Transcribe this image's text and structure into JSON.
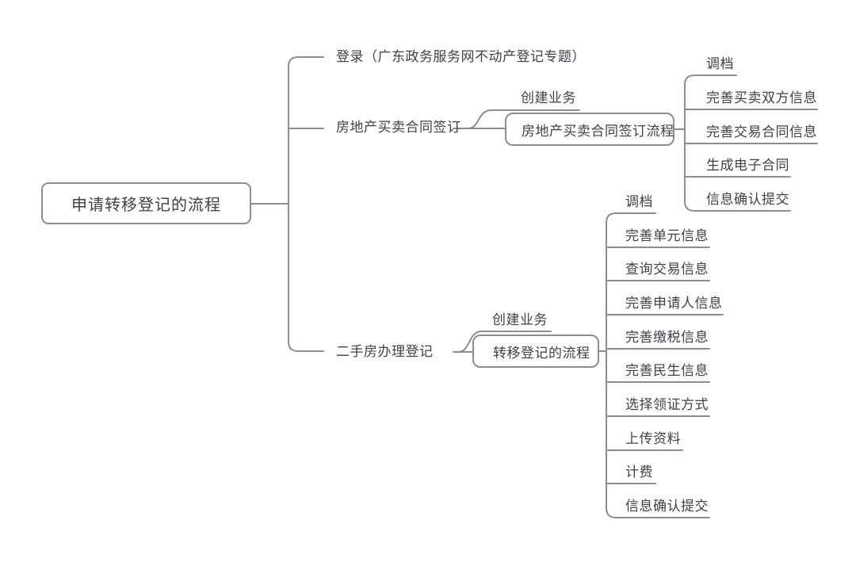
{
  "colors": {
    "line": "#8d8e93",
    "text": "#3f4146",
    "background": "#ffffff"
  },
  "mindmap": {
    "root": {
      "label": "申请转移登记的流程"
    },
    "branches": [
      {
        "label": "登录（广东政务服务网不动产登记专题）",
        "children": []
      },
      {
        "label": "房地产买卖合同签订",
        "children": [
          {
            "label": "创建业务",
            "type": "line"
          },
          {
            "label": "房地产买卖合同签订流程",
            "type": "box",
            "children": [
              {
                "label": "调档"
              },
              {
                "label": "完善买卖双方信息"
              },
              {
                "label": "完善交易合同信息"
              },
              {
                "label": "生成电子合同"
              },
              {
                "label": "信息确认提交"
              }
            ]
          }
        ]
      },
      {
        "label": "二手房办理登记",
        "children": [
          {
            "label": "创建业务",
            "type": "line"
          },
          {
            "label": "转移登记的流程",
            "type": "box",
            "children": [
              {
                "label": "调档"
              },
              {
                "label": "完善单元信息"
              },
              {
                "label": "查询交易信息"
              },
              {
                "label": "完善申请人信息"
              },
              {
                "label": "完善缴税信息"
              },
              {
                "label": "完善民生信息"
              },
              {
                "label": "选择领证方式"
              },
              {
                "label": "上传资料"
              },
              {
                "label": "计费"
              },
              {
                "label": "信息确认提交"
              }
            ]
          }
        ]
      }
    ]
  }
}
